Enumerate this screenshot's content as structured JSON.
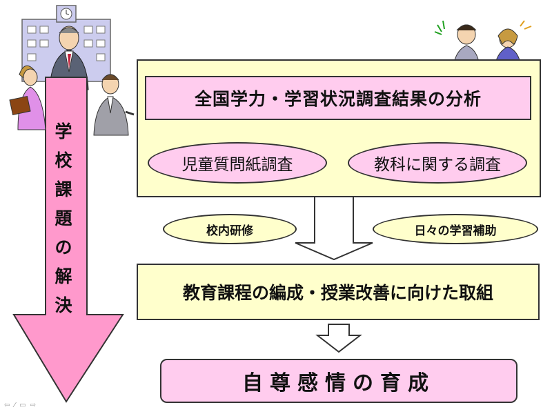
{
  "diagram": {
    "left_arrow_label": [
      "学",
      "校",
      "課",
      "題",
      "の",
      "解",
      "決"
    ],
    "title": "全国学力・学習状況調査結果の分析",
    "survey_1": "児童質問紙調査",
    "survey_2": "教科に関する調査",
    "side_1": "校内研修",
    "side_2": "日々の学習補助",
    "efforts": "教育課程の編成・授業改善に向けた取組",
    "goal": "自尊感情の育成"
  },
  "colors": {
    "pink": "#ffccee",
    "yellow": "#ffffcc",
    "arrow_pink": "#ff99cc",
    "outline": "#333333"
  },
  "icons": [
    "building-icon",
    "businessman-icon",
    "woman-reading-icon",
    "man-pointing-icon",
    "two-people-icon"
  ]
}
